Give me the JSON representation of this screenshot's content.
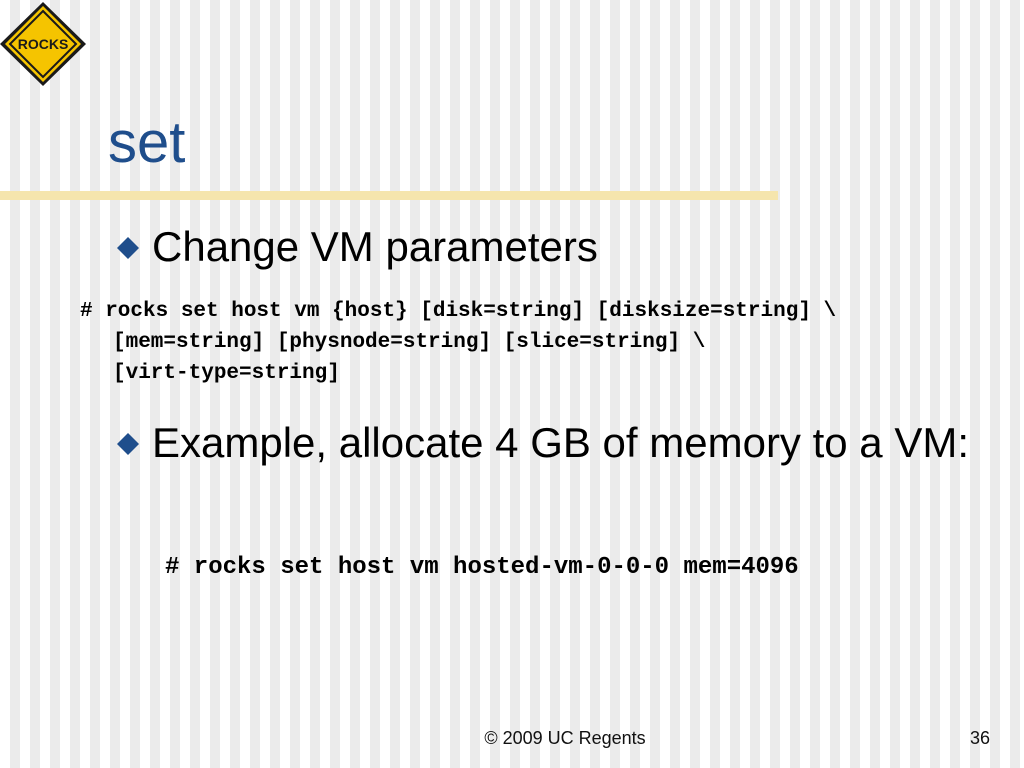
{
  "logo": {
    "text": "ROCKS",
    "icon": "rocks-diamond-logo-icon",
    "fill_color": "#f5c400",
    "border_color": "#1a1a1a"
  },
  "title": "set",
  "bullets": [
    {
      "icon": "diamond-bullet-icon",
      "text": "Change VM parameters"
    },
    {
      "icon": "diamond-bullet-icon",
      "text": "Example, allocate 4 GB of memory to a VM:"
    }
  ],
  "code": {
    "lines": [
      "# rocks set host vm {host} [disk=string] [disksize=string] \\",
      "[mem=string] [physnode=string] [slice=string] \\",
      "[virt-type=string]"
    ]
  },
  "example_code": "# rocks set host vm hosted-vm-0-0-0 mem=4096",
  "footer": {
    "copyright": "© 2009 UC Regents",
    "page_number": "36"
  },
  "colors": {
    "title": "#1f4e8c",
    "bullet": "#1f4e8c",
    "rule": "#f5e5ad"
  }
}
